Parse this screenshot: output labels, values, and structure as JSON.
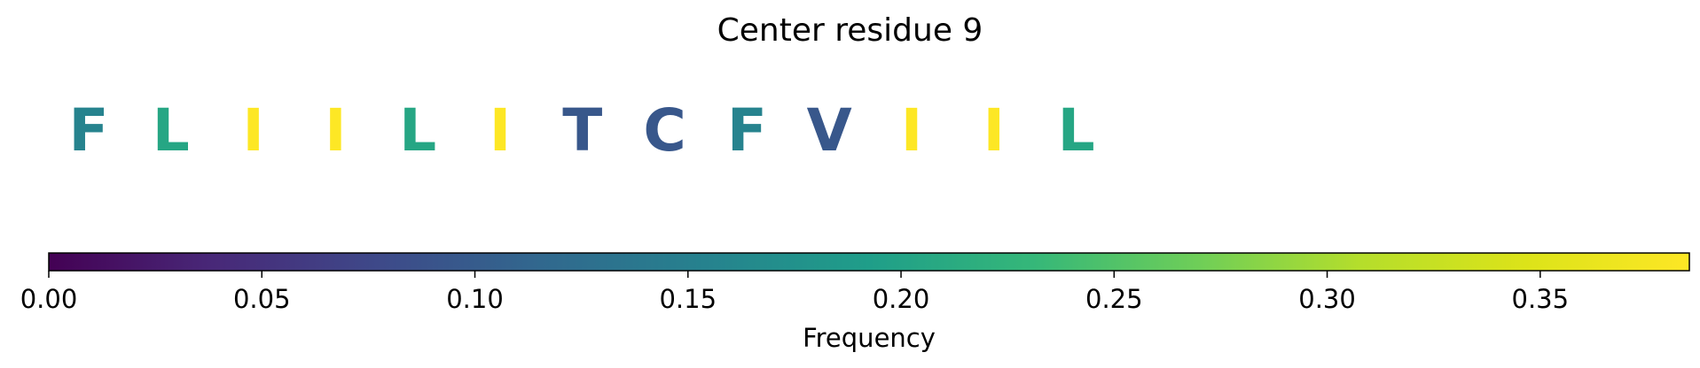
{
  "chart_data": {
    "type": "sequence-colorbar",
    "title": "Center residue 9",
    "residues": [
      {
        "letter": "F",
        "frequency": 0.155
      },
      {
        "letter": "L",
        "frequency": 0.205
      },
      {
        "letter": "I",
        "frequency": 0.385
      },
      {
        "letter": "I",
        "frequency": 0.385
      },
      {
        "letter": "L",
        "frequency": 0.205
      },
      {
        "letter": "I",
        "frequency": 0.385
      },
      {
        "letter": "T",
        "frequency": 0.095
      },
      {
        "letter": "C",
        "frequency": 0.095
      },
      {
        "letter": "F",
        "frequency": 0.155
      },
      {
        "letter": "V",
        "frequency": 0.095
      },
      {
        "letter": "I",
        "frequency": 0.385
      },
      {
        "letter": "I",
        "frequency": 0.385
      },
      {
        "letter": "L",
        "frequency": 0.205
      }
    ],
    "colorbar": {
      "colormap": "viridis",
      "label": "Frequency",
      "range": [
        0.0,
        0.385
      ],
      "ticks": [
        0.0,
        0.05,
        0.1,
        0.15,
        0.2,
        0.25,
        0.3,
        0.35
      ],
      "tick_labels": [
        "0.00",
        "0.05",
        "0.10",
        "0.15",
        "0.20",
        "0.25",
        "0.30",
        "0.35"
      ]
    }
  }
}
